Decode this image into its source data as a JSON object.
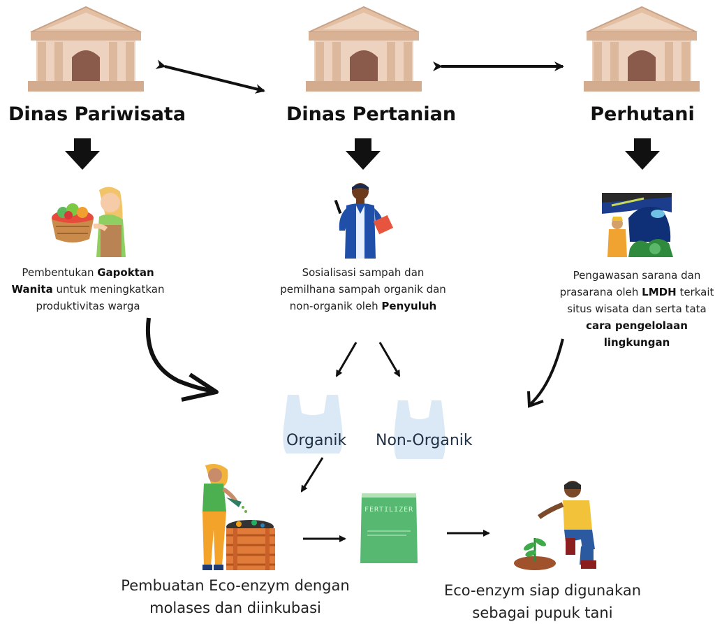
{
  "agencies": [
    {
      "name": "Dinas Pariwisata"
    },
    {
      "name": "Dinas Pertanian"
    },
    {
      "name": "Perhutani"
    }
  ],
  "descriptions": {
    "pariwisata": {
      "p1": "Pembentukan ",
      "b1": "Gapoktan Wanita",
      "p2": " untuk meningkatkan produktivitas warga"
    },
    "pertanian": {
      "p1": "Sosialisasi sampah dan pemilhana sampah organik dan non-organik oleh ",
      "b1": "Penyuluh"
    },
    "perhutani": {
      "p1": "Pengawasan sarana dan prasarana oleh ",
      "b1": "LMDH",
      "p2": " terkait situs wisata dan serta tata ",
      "b2": "cara pengelolaan lingkungan"
    }
  },
  "bags": {
    "organic": "Organik",
    "non_organic": "Non-Organik"
  },
  "fertilizer_label": "FERTILIZER",
  "captions": {
    "eco_enzyme_making": "Pembuatan Eco-enzym dengan molases dan diinkubasi",
    "eco_enzyme_ready": "Eco-enzym siap digunakan sebagai pupuk tani"
  },
  "colors": {
    "building": "#e8c7ad",
    "building_dark": "#b99479",
    "door": "#8a5a4a",
    "bag": "#dbe9f6",
    "sack": "#56b871"
  }
}
